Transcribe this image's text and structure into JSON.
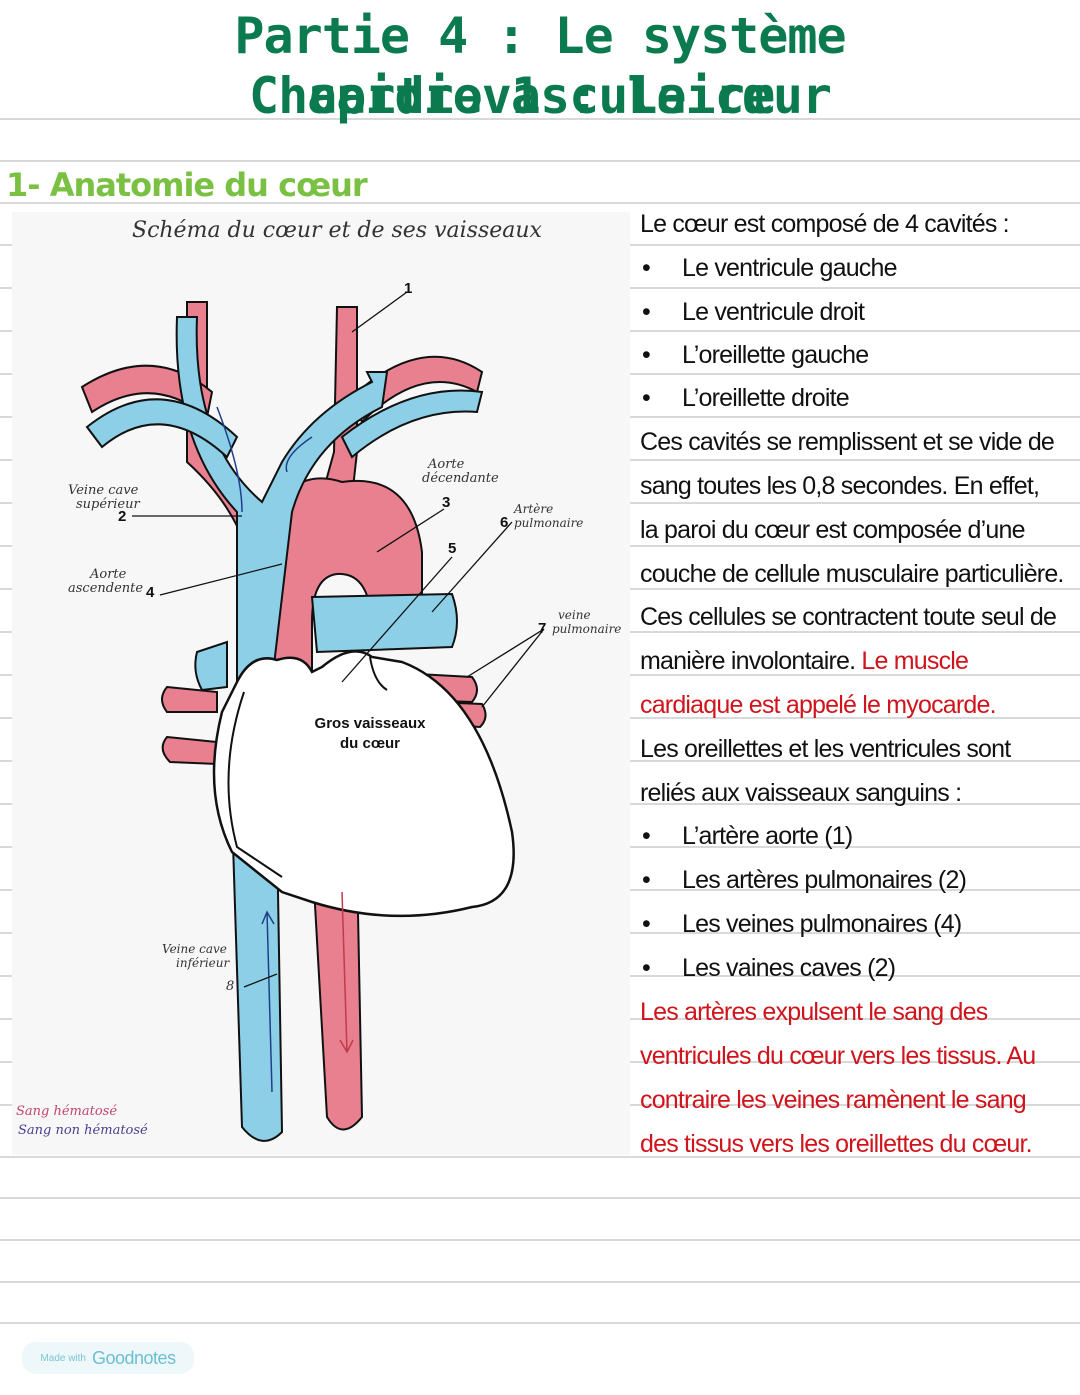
{
  "header": {
    "title_line1": "Partie 4 : Le système cardiovasculaire",
    "title_line2": "Chapitre 1 : Le cœur",
    "title_color": "#0b7a4f"
  },
  "section": {
    "heading": "1- Anatomie du cœur",
    "color": "#7ac143"
  },
  "diagram": {
    "title": "Schéma du cœur et de ses vaisseaux",
    "center_label_line1": "Gros vaisseaux",
    "center_label_line2": "du cœur",
    "labels": [
      {
        "num": "1",
        "text": ""
      },
      {
        "num": "2",
        "text_line1": "Veine cave",
        "text_line2": "supérieur"
      },
      {
        "num": "3",
        "text_line1": "Aorte",
        "text_line2": "décendante"
      },
      {
        "num": "4",
        "text_line1": "Aorte",
        "text_line2": "ascendente"
      },
      {
        "num": "5",
        "text": ""
      },
      {
        "num": "6",
        "text_line1": "Artère",
        "text_line2": "pulmonaire"
      },
      {
        "num": "7",
        "text_line1": "veine",
        "text_line2": "pulmonaire"
      },
      {
        "num": "8",
        "text_line1": "Veine cave",
        "text_line2": "inférieur"
      }
    ],
    "legend": [
      {
        "text": "Sang hématosé",
        "color": "#c2456b"
      },
      {
        "text": "Sang non hématosé",
        "color": "#4b3f8f"
      }
    ],
    "colors": {
      "artery": "#e8808f",
      "vein": "#8ccfe6",
      "outline": "#111111"
    }
  },
  "notes": {
    "lines": [
      {
        "text": "Le cœur est composé de 4 cavités :",
        "bullet": false,
        "red": false
      },
      {
        "text": "Le ventricule gauche",
        "bullet": true,
        "red": false
      },
      {
        "text": "Le ventricule droit",
        "bullet": true,
        "red": false
      },
      {
        "text": "L’oreillette gauche",
        "bullet": true,
        "red": false
      },
      {
        "text": "L’oreillette droite",
        "bullet": true,
        "red": false
      },
      {
        "text": "Ces cavités se remplissent et se vide de",
        "bullet": false,
        "red": false
      },
      {
        "text": "sang toutes les 0,8 secondes. En effet,",
        "bullet": false,
        "red": false
      },
      {
        "text": "la paroi du cœur est composée d’une",
        "bullet": false,
        "red": false
      },
      {
        "text": "couche de cellule musculaire particulière.",
        "bullet": false,
        "red": false
      },
      {
        "text": "Ces cellules se contractent toute seul de",
        "bullet": false,
        "red": false
      },
      {
        "text_black": "manière involontaire. ",
        "text_red": "Le muscle",
        "bullet": false,
        "mixed": true
      },
      {
        "text": "cardiaque est appelé le myocarde.",
        "bullet": false,
        "red": true
      },
      {
        "text": "Les oreillettes et les ventricules sont",
        "bullet": false,
        "red": false
      },
      {
        "text": "reliés aux vaisseaux sanguins :",
        "bullet": false,
        "red": false
      },
      {
        "text": "L’artère aorte (1)",
        "bullet": true,
        "red": false
      },
      {
        "text": "Les artères pulmonaires (2)",
        "bullet": true,
        "red": false
      },
      {
        "text": "Les veines pulmonaires (4)",
        "bullet": true,
        "red": false
      },
      {
        "text": "Les vaines caves (2)",
        "bullet": true,
        "red": false
      },
      {
        "text": "Les artères expulsent le sang des",
        "bullet": false,
        "red": true
      },
      {
        "text": "ventricules du cœur vers les tissus. Au",
        "bullet": false,
        "red": true
      },
      {
        "text": "contraire les veines ramènent le sang",
        "bullet": false,
        "red": true
      },
      {
        "text": "des tissus vers les oreillettes du cœur.",
        "bullet": false,
        "red": true
      }
    ],
    "bullet_char": "•",
    "text_color": "#111111",
    "accent_color": "#d0141c"
  },
  "footer": {
    "made_with": "Made with",
    "brand": "Goodnotes"
  }
}
